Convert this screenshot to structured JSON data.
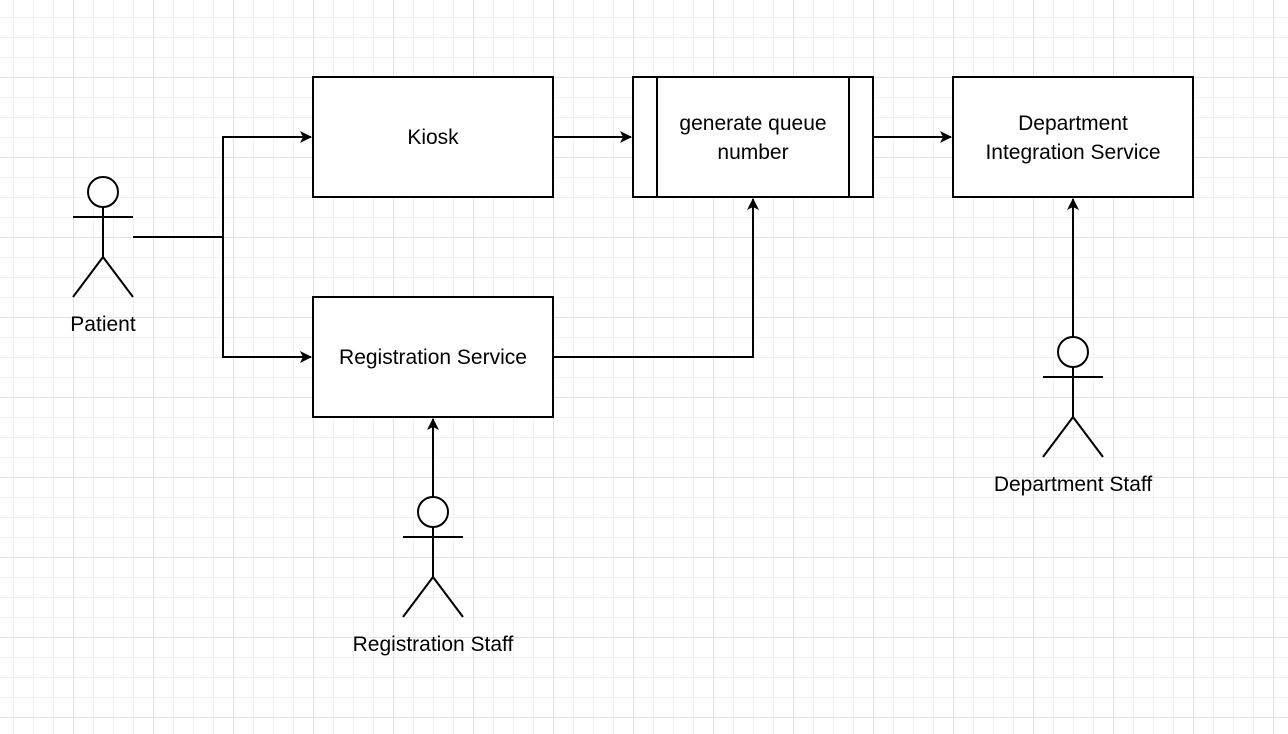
{
  "nodes": {
    "kiosk": {
      "label": "Kiosk"
    },
    "generate_queue": {
      "line1": "generate queue",
      "line2": "number"
    },
    "department_integration": {
      "line1": "Department",
      "line2": "Integration Service"
    },
    "registration_service": {
      "label": "Registration Service"
    }
  },
  "actors": {
    "patient": {
      "label": "Patient"
    },
    "registration_staff": {
      "label": "Registration Staff"
    },
    "department_staff": {
      "label": "Department Staff"
    }
  },
  "colors": {
    "stroke": "#000000",
    "fill": "#ffffff",
    "grid": "#e3e3e3"
  }
}
